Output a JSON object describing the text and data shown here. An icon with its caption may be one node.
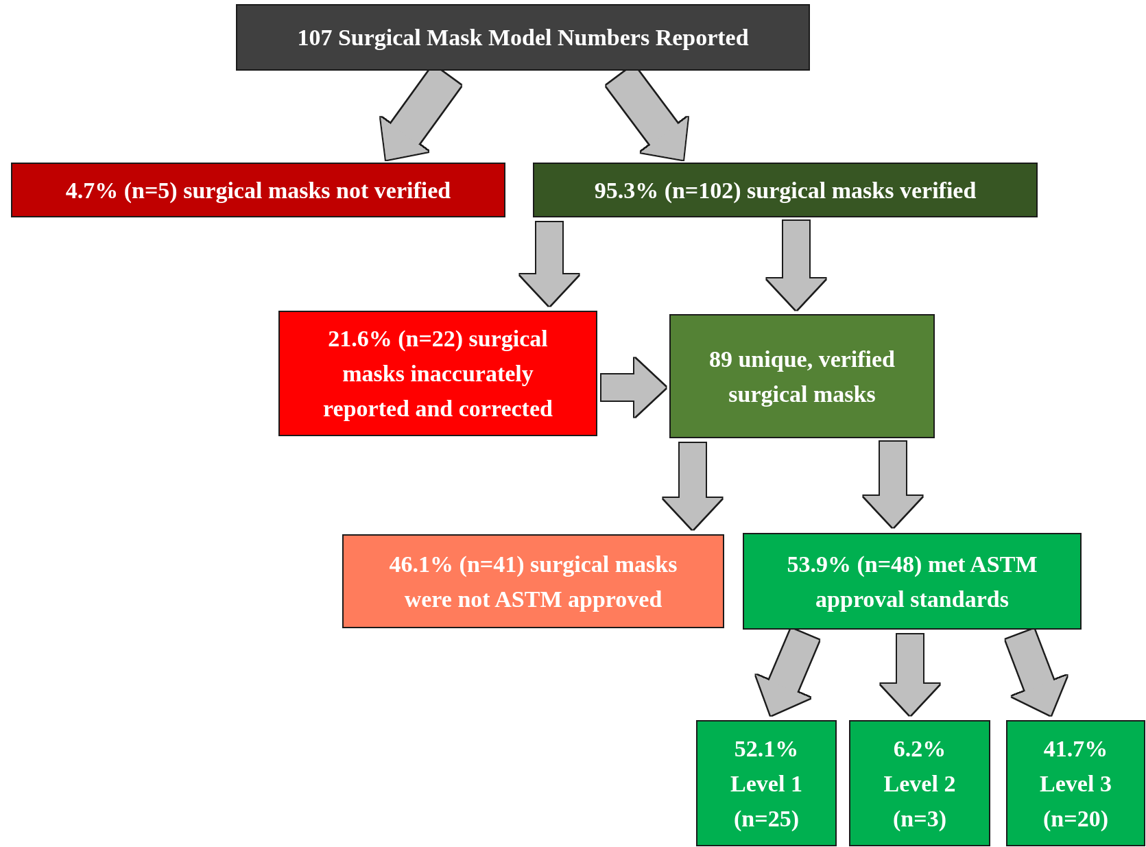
{
  "diagram": {
    "nodes": [
      {
        "text": [
          "107 Surgical Mask Model Numbers Reported"
        ]
      },
      {
        "text": [
          "4.7% (n=5) surgical masks not verified"
        ]
      },
      {
        "text": [
          "95.3% (n=102) surgical masks verified"
        ]
      },
      {
        "text": [
          "21.6% (n=22) surgical masks inaccurately reported and corrected"
        ]
      },
      {
        "text": [
          "89 unique, verified surgical masks"
        ]
      },
      {
        "text": [
          "46.1% (n=41) surgical masks were not ASTM approved"
        ]
      },
      {
        "text": [
          "53.9% (n=48) met ASTM approval standards"
        ]
      },
      {
        "text": [
          "52.1% Level 1 (n=25)"
        ]
      },
      {
        "text": [
          "6.2% Level 2 (n=3)"
        ]
      },
      {
        "text": [
          "41.7% Level 3 (n=20)"
        ]
      }
    ],
    "edges": [
      {
        "from": 0,
        "to": 1,
        "arrow": "to"
      },
      {
        "from": 0,
        "to": 2,
        "arrow": "to"
      },
      {
        "from": 2,
        "to": 3,
        "arrow": "to"
      },
      {
        "from": 2,
        "to": 4,
        "arrow": "to"
      },
      {
        "from": 3,
        "to": 4,
        "arrow": "to"
      },
      {
        "from": 4,
        "to": 5,
        "arrow": "to"
      },
      {
        "from": 4,
        "to": 6,
        "arrow": "to"
      },
      {
        "from": 6,
        "to": 7,
        "arrow": "to"
      },
      {
        "from": 6,
        "to": 8,
        "arrow": "to"
      },
      {
        "from": 6,
        "to": 9,
        "arrow": "to"
      }
    ]
  }
}
